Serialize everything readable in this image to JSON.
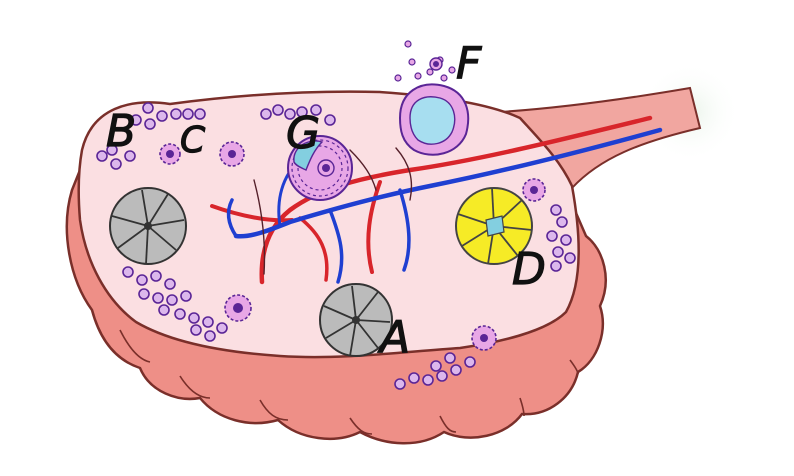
{
  "labels": {
    "a": "A",
    "b": "B",
    "c": "C",
    "d": "D",
    "f": "F",
    "g": "G"
  },
  "colors": {
    "outer_tissue": "#ee8f87",
    "outer_outline": "#7a2f2a",
    "cortex": "#fbdfe2",
    "follicle_pink": "#e8a7e6",
    "follicle_purple": "#5a2596",
    "antrum": "#83cfe0",
    "corpus_luteum": "#f6eb26",
    "corpus_albicans": "#bbbbbb",
    "artery": "#d8252b",
    "vein": "#1f3fd1",
    "ligament": "#f1a6a0"
  }
}
